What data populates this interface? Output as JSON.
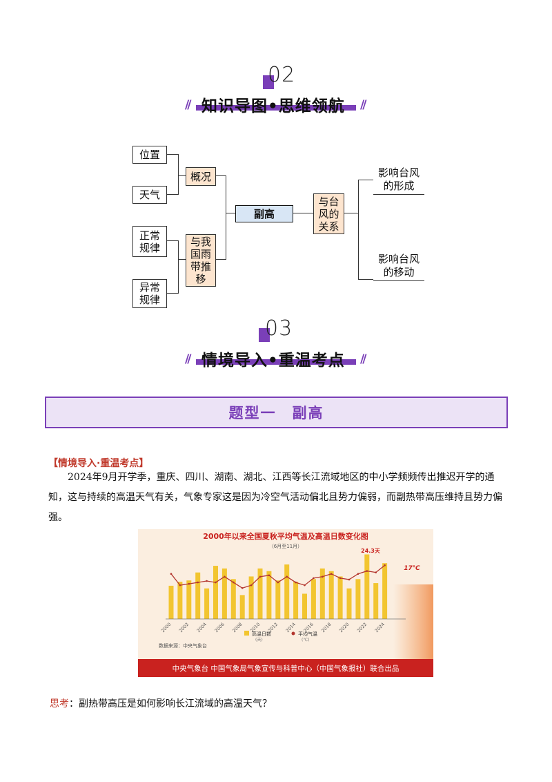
{
  "section2": {
    "number": "02",
    "title": "知识导图•思维领航",
    "slashes": "//"
  },
  "mindmap": {
    "center": "副高",
    "left": [
      {
        "label": "概况",
        "children": [
          "位置",
          "天气"
        ]
      },
      {
        "label": "与我国雨带推移",
        "lines": [
          "与我",
          "国雨",
          "带推",
          "移"
        ],
        "children": [
          [
            "正常",
            "规律"
          ],
          [
            "异常",
            "规律"
          ]
        ]
      }
    ],
    "right": {
      "label_lines": [
        "与台",
        "风的",
        "关系"
      ],
      "children": [
        [
          "影响台风",
          "的形成"
        ],
        [
          "影响台风",
          "的移动"
        ]
      ]
    }
  },
  "section3": {
    "number": "03",
    "title": "情境导入•重温考点",
    "slashes": "//"
  },
  "banner": {
    "title": "题型一　副高"
  },
  "context": {
    "heading": "【情境导入·重温考点】",
    "paragraph": "2024年9月开学季，重庆、四川、湖南、湖北、江西等长江流域地区的中小学频频传出推迟开学的通知，这与持续的高温天气有关，气象专家这是因为冷空气活动偏北且势力偏弱，而副热带高压维持且势力偏强。"
  },
  "chart_data": {
    "type": "bar",
    "title": "2000年以来全国夏秋平均气温及高温日数变化图",
    "subtitle": "（6月至11月）",
    "categories": [
      "2000",
      "2001",
      "2002",
      "2003",
      "2004",
      "2005",
      "2006",
      "2007",
      "2008",
      "2009",
      "2010",
      "2011",
      "2012",
      "2013",
      "2014",
      "2015",
      "2016",
      "2017",
      "2018",
      "2019",
      "2020",
      "2021",
      "2022",
      "2023",
      "2024"
    ],
    "x_tick_labels": [
      "2000",
      "2002",
      "2004",
      "2006",
      "2008",
      "2010",
      "2012",
      "2014",
      "2016",
      "2018",
      "2020",
      "2022",
      "2024"
    ],
    "series": [
      {
        "name": "高温日数",
        "unit": "(天)",
        "type": "bar",
        "color": "#f2c530",
        "values": [
          12.5,
          14.0,
          14.5,
          17.5,
          11.5,
          20.0,
          19.0,
          15.0,
          9.0,
          16.0,
          19.0,
          18.0,
          14.5,
          20.5,
          14.0,
          9.5,
          15.0,
          19.0,
          18.0,
          16.0,
          11.5,
          15.0,
          24.3,
          13.5,
          21.0
        ]
      },
      {
        "name": "平均气温",
        "unit": "(℃)",
        "type": "line",
        "color": "#b3352e",
        "values": [
          16.7,
          16.3,
          16.35,
          16.4,
          16.45,
          16.4,
          16.6,
          16.4,
          16.2,
          16.3,
          16.6,
          16.65,
          16.4,
          16.6,
          16.4,
          16.3,
          16.55,
          16.6,
          16.7,
          16.55,
          16.5,
          16.7,
          16.8,
          16.75,
          17.0
        ]
      }
    ],
    "annotations": [
      "24.3天",
      "17℃"
    ],
    "source": "数据来源：中央气象台",
    "footer": "中央气象台 中国气象局气象宣传与科普中心（中国气象报社）联合出品",
    "colors": {
      "background": "#fbeee0",
      "bar": "#f2c530",
      "line": "#b3352e",
      "footer": "#c9221f",
      "title": "#c9221f"
    }
  },
  "think": {
    "label": "思考",
    "colon": "：",
    "question": "副热带高压是如何影响长江流域的高温天气？"
  }
}
